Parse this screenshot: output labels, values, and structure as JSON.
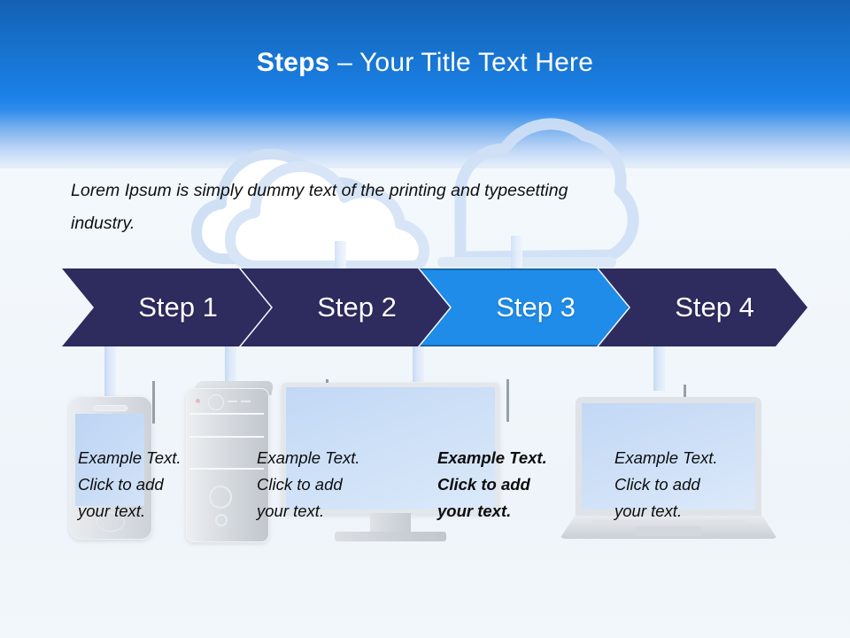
{
  "slide": {
    "title_bold": "Steps",
    "title_rest": " – Your Title Text Here",
    "intro_line1": "Lorem Ipsum is simply dummy text of the printing and typesetting",
    "intro_line2": "industry.",
    "colors": {
      "sky_top": "#1461b4",
      "sky_bottom": "#1b80e8",
      "chevron_default": "#2e2b5f",
      "chevron_active": "#1e8ce8",
      "floor": "#f2f7fb",
      "title_text": "#ffffff",
      "body_text": "#101010",
      "device_grey": "#d4d9df",
      "screen_blue": "#c6dcf6"
    }
  },
  "steps": [
    {
      "label": "Step 1",
      "active": false,
      "color": "#2e2b5f"
    },
    {
      "label": "Step 2",
      "active": false,
      "color": "#2e2b5f"
    },
    {
      "label": "Step 3",
      "active": true,
      "color": "#1e8ce8"
    },
    {
      "label": "Step 4",
      "active": false,
      "color": "#2e2b5f"
    }
  ],
  "captions": [
    {
      "text": "Example Text.\nClick  to add\nyour text.",
      "bold": false,
      "device": "smartphone"
    },
    {
      "text": "Example Text.\nClick  to add\nyour text.",
      "bold": false,
      "device": "desktop-tower"
    },
    {
      "text": "Example Text.\nClick  to add\nyour text.",
      "bold": true,
      "device": "monitor"
    },
    {
      "text": "Example Text.\nClick  to add\nyour text.",
      "bold": false,
      "device": "laptop"
    }
  ]
}
